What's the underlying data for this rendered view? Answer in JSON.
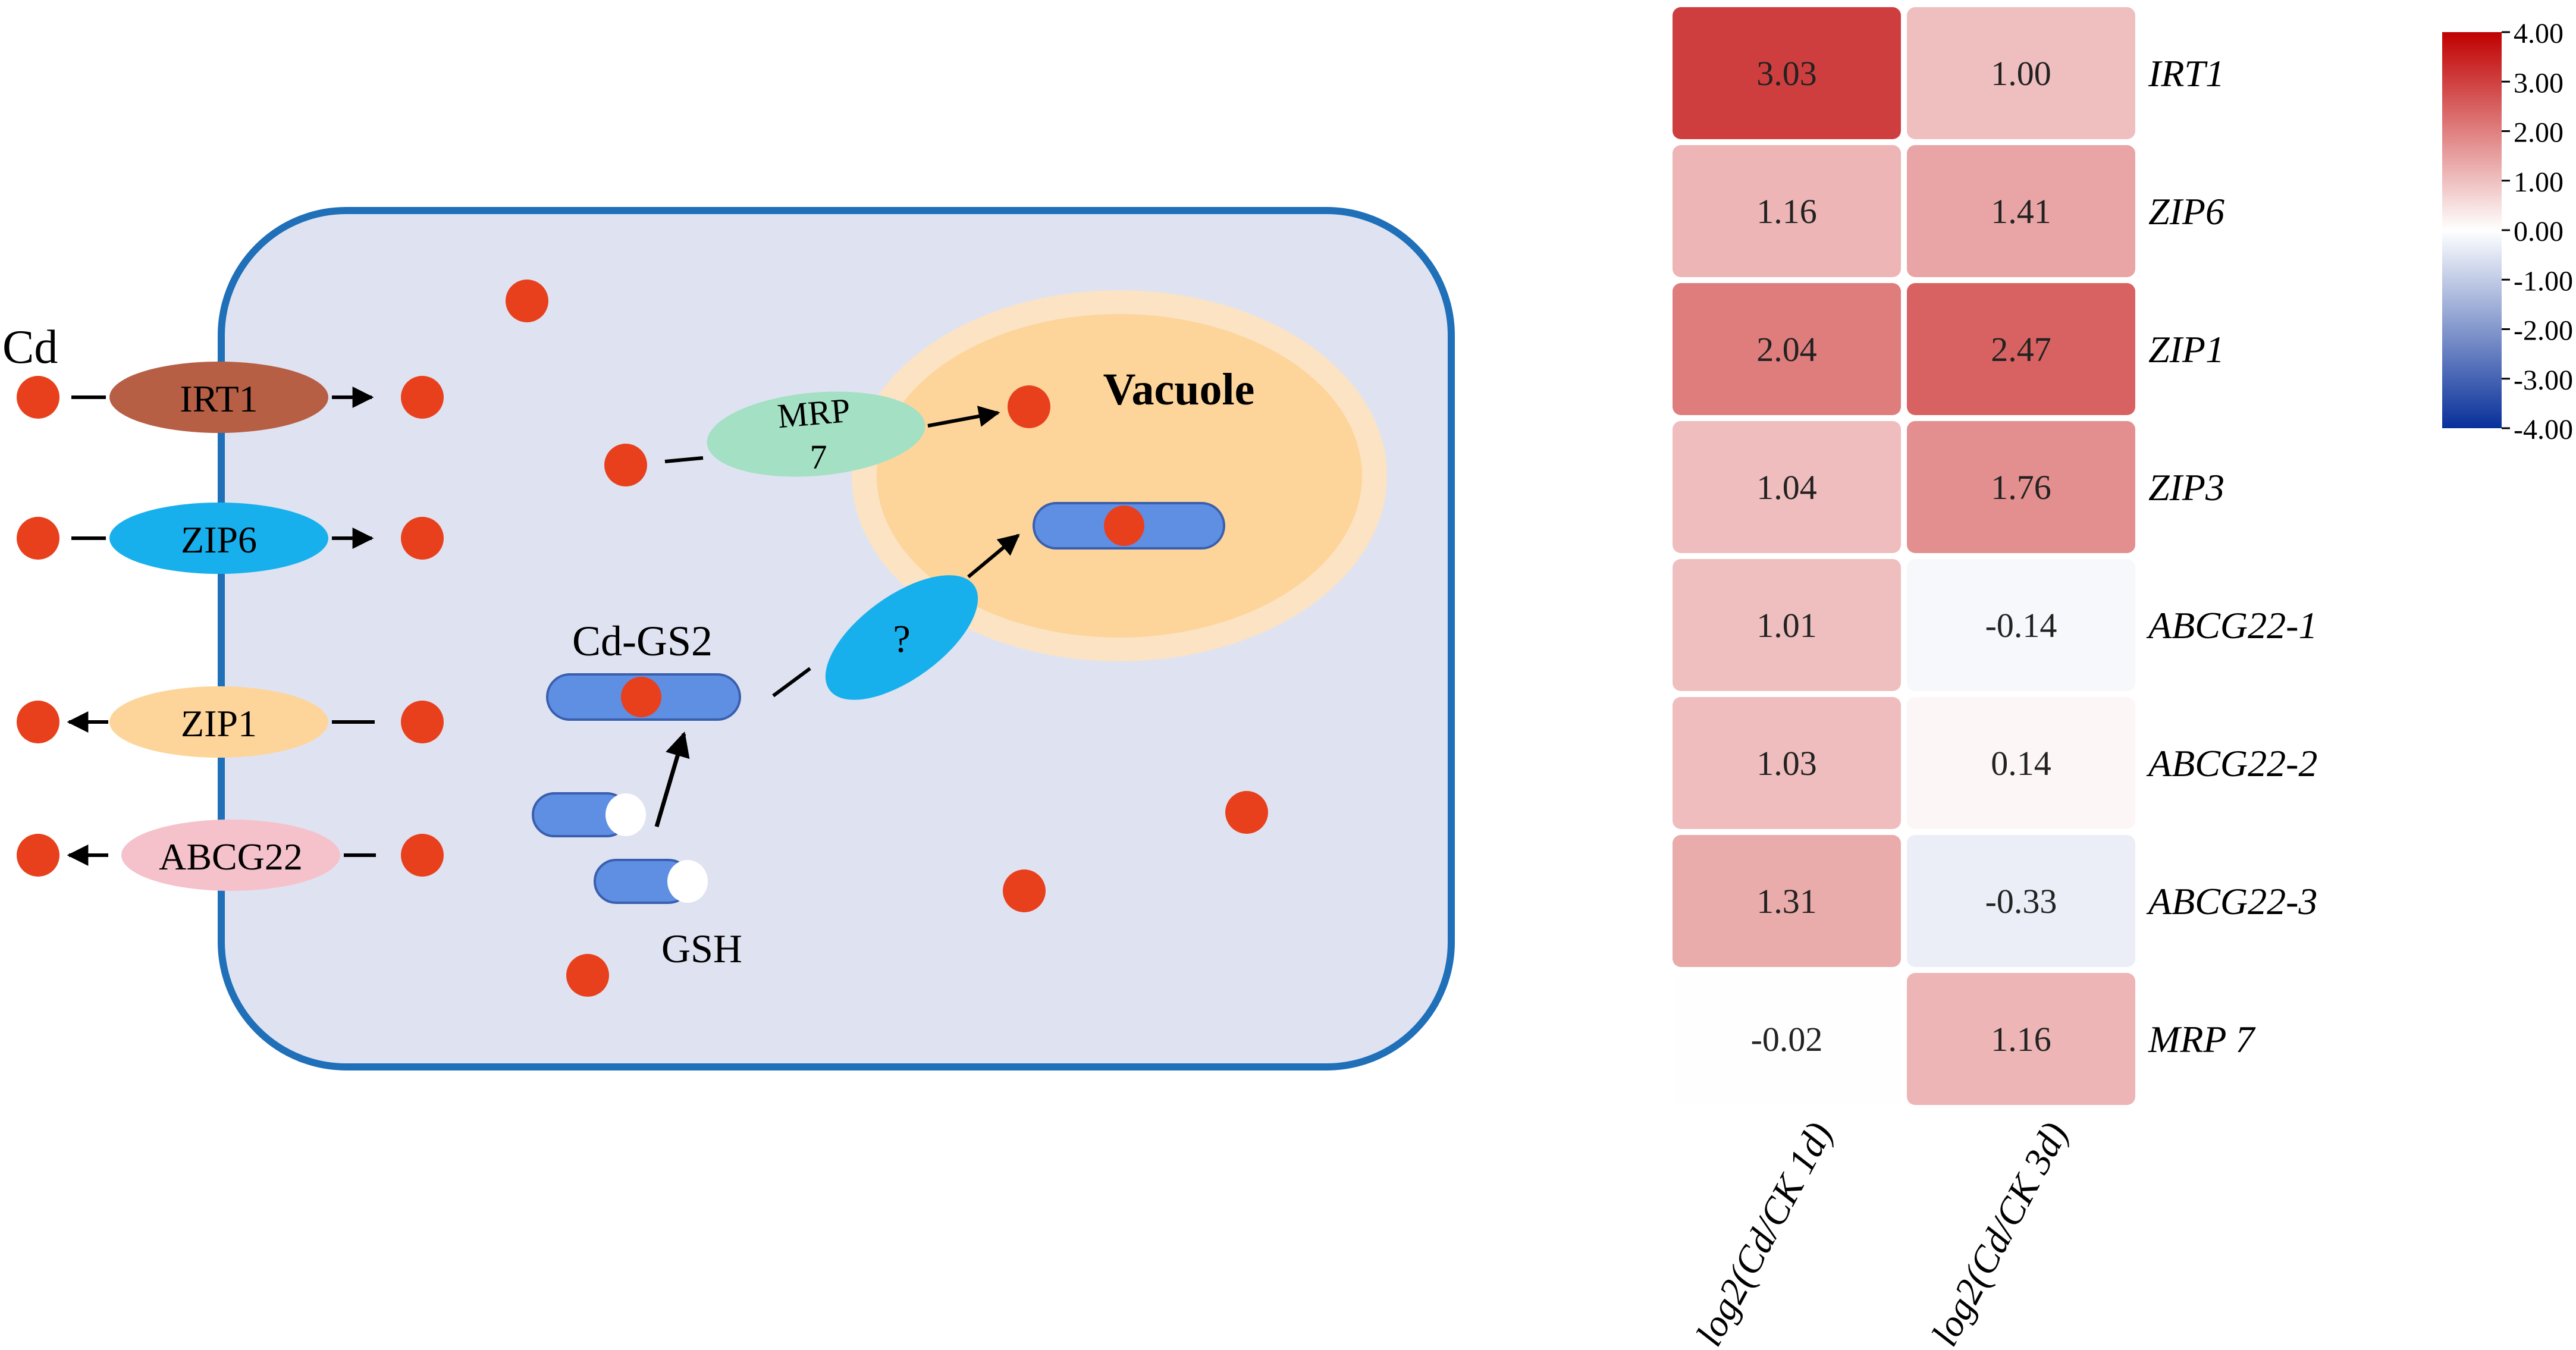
{
  "diagram": {
    "cd_label": "Cd",
    "vacuole_label": "Vacuole",
    "cdgs2_label": "Cd-GS2",
    "gsh_label": "GSH",
    "unknown_transporter_label": "?",
    "transporters": {
      "irt1": "IRT1",
      "zip6": "ZIP6",
      "zip1": "ZIP1",
      "abcg22": "ABCG22",
      "mrp7_line1": "MRP",
      "mrp7_line2": "7"
    },
    "colors": {
      "cell_fill": "#dfe3f1",
      "cell_border": "#1f6fb9",
      "vacuole_outer": "#fbe3c4",
      "vacuole_inner": "#fdd59a",
      "cd_dot": "#e8401c",
      "irt1": "#b65f44",
      "zip6": "#18b0ec",
      "zip1": "#fdd59a",
      "abcg22": "#f5c2cc",
      "mrp7": "#a3e0c4",
      "unknown": "#18b0ec",
      "gsh": "#5f8fe3"
    }
  },
  "chart_data": {
    "type": "heatmap",
    "rows": [
      "IRT1",
      "ZIP6",
      "ZIP1",
      "ZIP3",
      "ABCG22-1",
      "ABCG22-2",
      "ABCG22-3",
      "MRP 7"
    ],
    "columns": [
      "log2(Cd/CK 1d)",
      "log2(Cd/CK 3d)"
    ],
    "values": [
      [
        "3.03",
        "1.00"
      ],
      [
        "1.16",
        "1.41"
      ],
      [
        "2.04",
        "2.47"
      ],
      [
        "1.04",
        "1.76"
      ],
      [
        "1.01",
        "-0.14"
      ],
      [
        "1.03",
        "0.14"
      ],
      [
        "1.31",
        "-0.33"
      ],
      [
        "-0.02",
        "1.16"
      ]
    ],
    "color_scale": {
      "min": -4,
      "max": 4,
      "low_color": "#08309a",
      "mid_color": "#ffffff",
      "high_color": "#c00000",
      "ticks": [
        "4.00",
        "3.00",
        "2.00",
        "1.00",
        "0.00",
        "-1.00",
        "-2.00",
        "-3.00",
        "-4.00"
      ]
    },
    "legend_position": "top-right"
  }
}
